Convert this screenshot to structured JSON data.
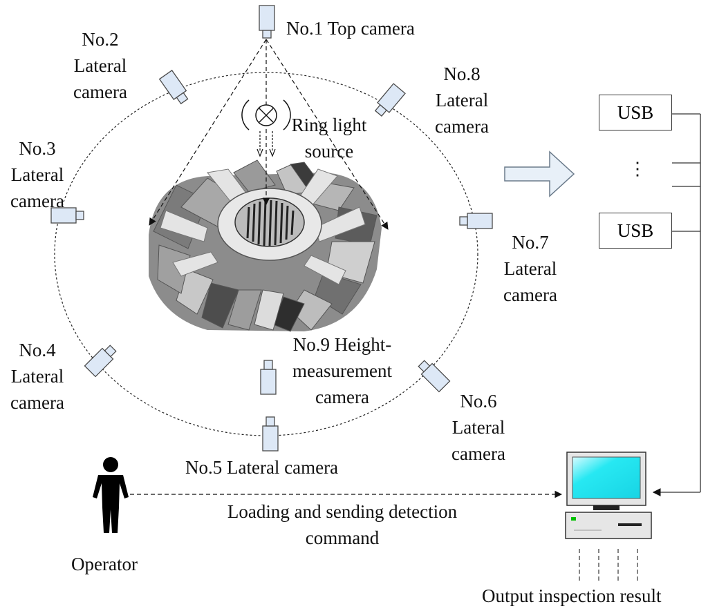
{
  "labels": {
    "cam1": "No.1 Top camera",
    "cam2": [
      "No.2",
      "Lateral",
      "camera"
    ],
    "cam3": [
      "No.3",
      "Lateral",
      "camera"
    ],
    "cam4": [
      "No.4",
      "Lateral",
      "camera"
    ],
    "cam5": "No.5 Lateral camera",
    "cam6": [
      "No.6",
      "Lateral",
      "camera"
    ],
    "cam7": [
      "No.7",
      "Lateral",
      "camera"
    ],
    "cam8": [
      "No.8",
      "Lateral",
      "camera"
    ],
    "cam9": [
      "No.9 Height-",
      "measurement",
      "camera"
    ],
    "ring_light": [
      "Ring light",
      "source"
    ],
    "usb_top": "USB",
    "usb_bottom": "USB",
    "usb_ellipsis": "⋮",
    "operator": "Operator",
    "command": [
      "Loading and sending detection",
      "command"
    ],
    "output": "Output inspection result"
  },
  "colors": {
    "camera_fill": "#dde8f6",
    "camera_stroke": "#4a4a4a",
    "arrow_fill": "#e8f0f8",
    "arrow_stroke": "#6a7a8a",
    "monitor_screen": "#27e8f2",
    "monitor_body": "#e6e6e6",
    "led": "#00c000",
    "gear_dark": "#444444",
    "gear_light": "#bdbdbd"
  }
}
